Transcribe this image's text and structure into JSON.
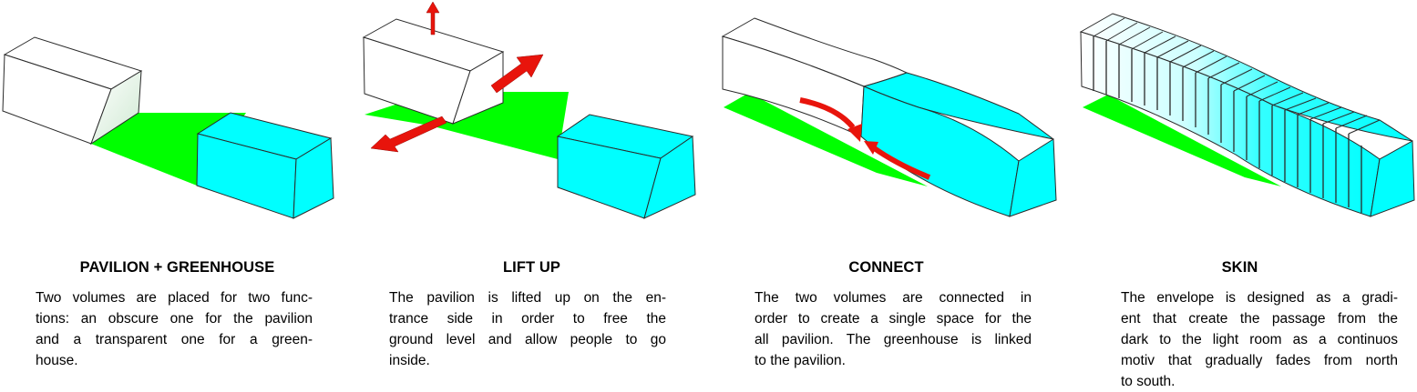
{
  "colors": {
    "greenhouse": "#00FFFF",
    "ground": "#00FF00",
    "arrow": "#E8140C",
    "outline": "#2a2a2a"
  },
  "panels": [
    {
      "title": "PAVILION + GREENHOUSE",
      "lines": [
        "Two volumes are placed for two func-",
        "tions: an obscure one for the pavilion",
        "and a transparent one for a green-",
        "house."
      ]
    },
    {
      "title": "LIFT UP",
      "lines": [
        "The pavilion is lifted up on the en-",
        "trance side in order to free the",
        "ground level and allow people to go",
        "inside."
      ]
    },
    {
      "title": "CONNECT",
      "lines": [
        "The two volumes are connected in",
        "order to create a single space for the",
        "all pavilion. The greenhouse is linked",
        "to the pavilion."
      ]
    },
    {
      "title": "SKIN",
      "lines": [
        "The envelope is designed as a gradi-",
        "ent that create the passage from the",
        "dark to the light room as a continuos",
        "motiv that gradually fades from north",
        "to south."
      ]
    }
  ]
}
